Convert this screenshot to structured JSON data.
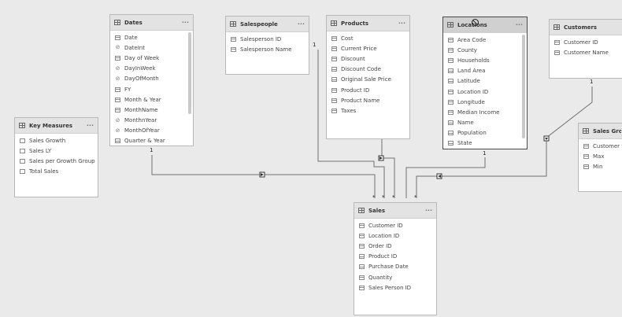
{
  "tables": {
    "dates": {
      "title": "Dates",
      "fields": [
        {
          "name": "Date",
          "kind": "field"
        },
        {
          "name": "DateInt",
          "kind": "hidden"
        },
        {
          "name": "Day of Week",
          "kind": "field"
        },
        {
          "name": "DayInWeek",
          "kind": "hidden"
        },
        {
          "name": "DayOfMonth",
          "kind": "hidden"
        },
        {
          "name": "FY",
          "kind": "field"
        },
        {
          "name": "Month & Year",
          "kind": "field"
        },
        {
          "name": "MonthName",
          "kind": "field"
        },
        {
          "name": "MonthnYear",
          "kind": "hidden"
        },
        {
          "name": "MonthOfYear",
          "kind": "hidden"
        },
        {
          "name": "Quarter & Year",
          "kind": "field"
        }
      ]
    },
    "salespeople": {
      "title": "Salespeople",
      "fields": [
        {
          "name": "Salesperson ID",
          "kind": "field"
        },
        {
          "name": "Salesperson Name",
          "kind": "field"
        }
      ]
    },
    "products": {
      "title": "Products",
      "fields": [
        {
          "name": "Cost",
          "kind": "field"
        },
        {
          "name": "Current Price",
          "kind": "field"
        },
        {
          "name": "Discount",
          "kind": "field"
        },
        {
          "name": "Discount Code",
          "kind": "field"
        },
        {
          "name": "Original Sale Price",
          "kind": "field"
        },
        {
          "name": "Product ID",
          "kind": "field"
        },
        {
          "name": "Product Name",
          "kind": "field"
        },
        {
          "name": "Taxes",
          "kind": "field"
        }
      ]
    },
    "locations": {
      "title": "Locations",
      "fields": [
        {
          "name": "Area Code",
          "kind": "field"
        },
        {
          "name": "County",
          "kind": "field"
        },
        {
          "name": "Households",
          "kind": "field"
        },
        {
          "name": "Land Area",
          "kind": "field"
        },
        {
          "name": "Latitude",
          "kind": "field"
        },
        {
          "name": "Location ID",
          "kind": "field"
        },
        {
          "name": "Longitude",
          "kind": "field"
        },
        {
          "name": "Median Income",
          "kind": "field"
        },
        {
          "name": "Name",
          "kind": "field"
        },
        {
          "name": "Population",
          "kind": "field"
        },
        {
          "name": "State",
          "kind": "field"
        }
      ]
    },
    "customers": {
      "title": "Customers",
      "fields": [
        {
          "name": "Customer ID",
          "kind": "field"
        },
        {
          "name": "Customer Name",
          "kind": "field"
        }
      ]
    },
    "key_measures": {
      "title": "Key Measures",
      "fields": [
        {
          "name": "Sales Growth",
          "kind": "measure"
        },
        {
          "name": "Sales LY",
          "kind": "measure"
        },
        {
          "name": "Sales per Growth Group",
          "kind": "measure"
        },
        {
          "name": "Total Sales",
          "kind": "measure"
        }
      ]
    },
    "sales_growth": {
      "title": "Sales Growt",
      "fields": [
        {
          "name": "Customer Se",
          "kind": "field"
        },
        {
          "name": "Max",
          "kind": "field"
        },
        {
          "name": "Min",
          "kind": "field"
        }
      ]
    },
    "sales": {
      "title": "Sales",
      "fields": [
        {
          "name": "Customer ID",
          "kind": "field"
        },
        {
          "name": "Location ID",
          "kind": "field"
        },
        {
          "name": "Order ID",
          "kind": "field"
        },
        {
          "name": "Product ID",
          "kind": "field"
        },
        {
          "name": "Purchase Date",
          "kind": "field"
        },
        {
          "name": "Quantity",
          "kind": "field"
        },
        {
          "name": "Sales Person ID",
          "kind": "field"
        }
      ]
    }
  },
  "cardinality": {
    "one": "1",
    "many": "*"
  },
  "more_glyph": "···",
  "hidden_glyph": "⊘",
  "colors": {
    "canvas": "#ebeaea",
    "line": "#707070",
    "selected_border": "#4a4a4a"
  }
}
